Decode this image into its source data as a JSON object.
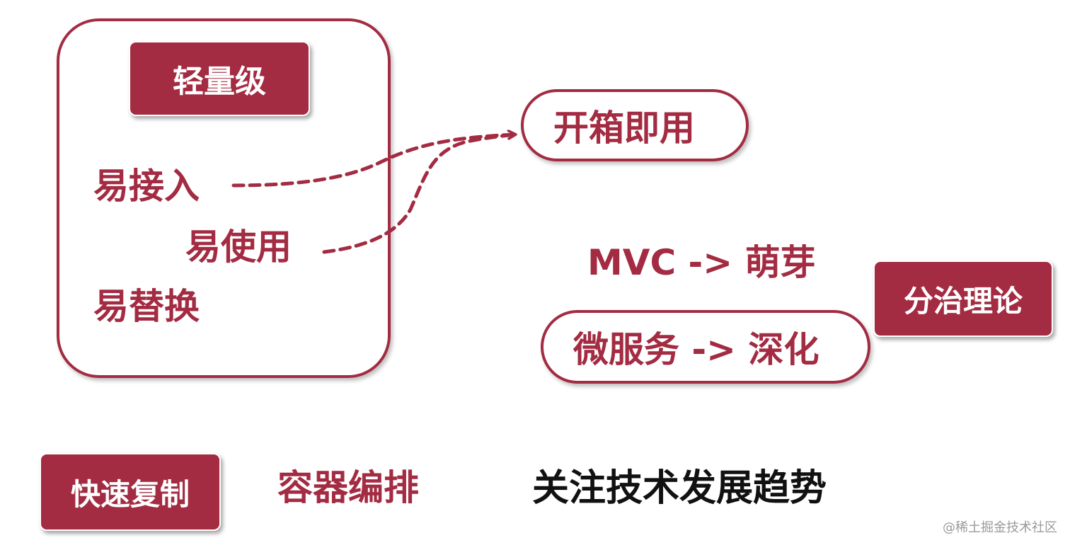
{
  "left_panel": {
    "badge": "轻量级",
    "items": [
      "易接入",
      "易使用",
      "易替换"
    ]
  },
  "out_of_box": "开箱即用",
  "mvc_line": "MVC -> 萌芽",
  "microservices_line": "微服务 -> 深化",
  "divide_badge": "分治理论",
  "bottom": {
    "quick_copy": "快速复制",
    "container_orchestration": "容器编排",
    "follow_trends": "关注技术发展趋势"
  },
  "watermark": "@稀土掘金技术社区",
  "colors": {
    "accent": "#a32b42",
    "text_dark": "#111111",
    "watermark": "#9a9a9a"
  },
  "connectors": [
    {
      "from": "易接入",
      "to": "开箱即用",
      "style": "dashed-arrow"
    },
    {
      "from": "易使用",
      "to": "开箱即用",
      "style": "dashed-arrow"
    }
  ]
}
